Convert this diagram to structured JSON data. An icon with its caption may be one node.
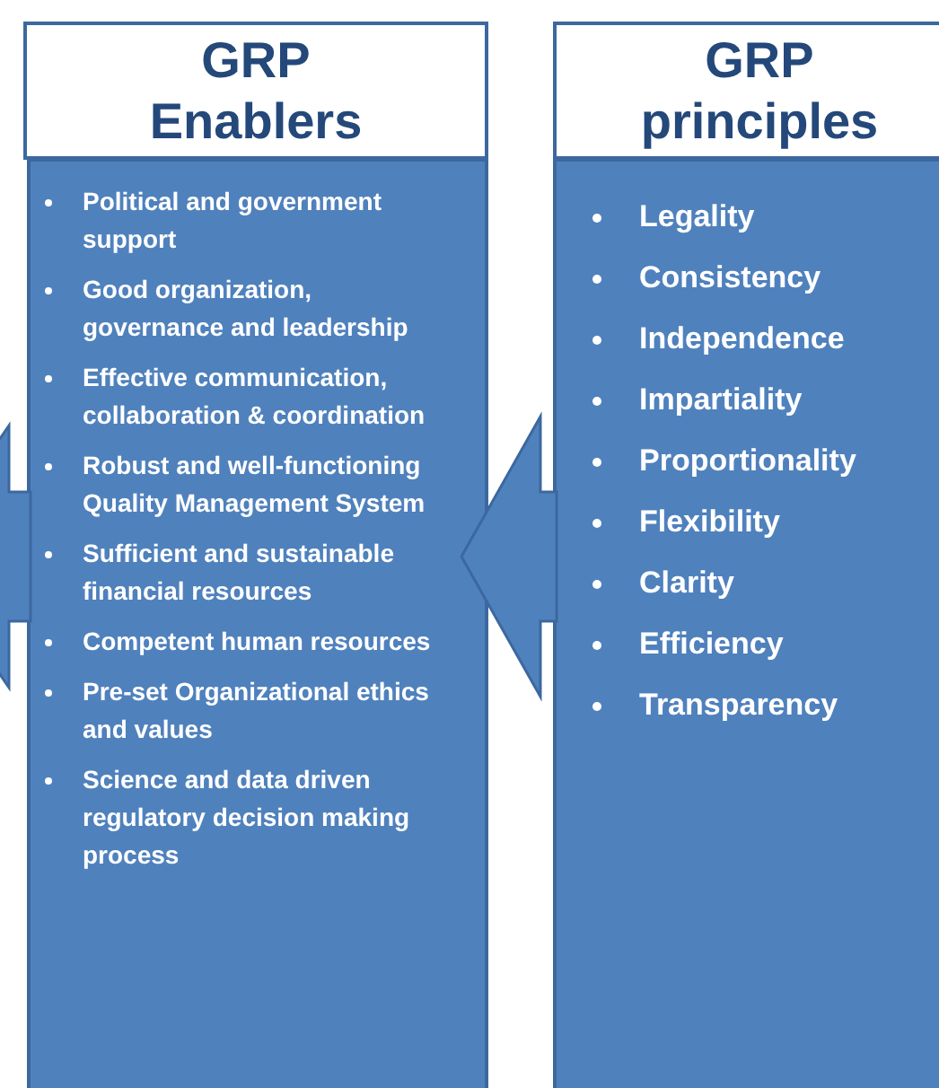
{
  "diagram": {
    "nodes": [
      {
        "text": [
          "GRP Enablers"
        ]
      },
      {
        "text": [
          "Political and government support",
          "Good organization, governance and leadership",
          "Effective communication, collaboration & coordination",
          "Robust and well-functioning Quality Management System",
          "Sufficient and sustainable financial resources",
          "Competent human resources",
          "Pre-set Organizational ethics and values",
          "Science and data driven regulatory decision making process"
        ]
      },
      {
        "text": [
          "GRP principles"
        ]
      },
      {
        "text": [
          "Legality",
          "Consistency",
          "Independence",
          "Impartiality",
          "Proportionality",
          "Flexibility",
          "Clarity",
          "Efficiency",
          "Transparency"
        ]
      }
    ],
    "edges": [
      {
        "from": 3,
        "to": 1,
        "arrow": "to"
      },
      {
        "from": 1,
        "to": null,
        "arrow": "to"
      }
    ]
  }
}
